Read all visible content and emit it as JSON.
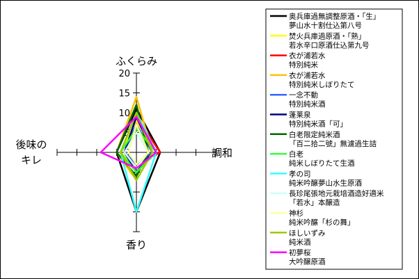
{
  "chart_data": {
    "type": "radar",
    "axes": [
      "ふくらみ",
      "調和",
      "香り",
      "後味の\nキレ"
    ],
    "rmax": 20,
    "ticks": [
      0,
      5,
      10,
      15,
      20
    ],
    "series": [
      {
        "name": "奥兵庫過無調整原酒・「生」\n夢山水十割仕込第八号",
        "color": "#000000",
        "values": [
          11,
          6,
          15,
          5
        ]
      },
      {
        "name": "焚火兵庫過原酒・「熟」\n若水辛口原酒仕込第九号",
        "color": "#ffff00",
        "values": [
          8,
          3,
          4,
          4
        ]
      },
      {
        "name": "衣が浦若水\n特別純米",
        "color": "#ff0000",
        "values": [
          9,
          6,
          3,
          3
        ]
      },
      {
        "name": "衣が浦若水\n特別純米しぼりたて",
        "color": "#ffc000",
        "values": [
          14,
          4,
          7,
          5
        ]
      },
      {
        "name": "一念不動\n特別純米酒",
        "color": "#3366ff",
        "values": [
          7,
          4,
          3,
          3
        ]
      },
      {
        "name": "蓬莱泉\n特別純米酒「可」",
        "color": "#000080",
        "values": [
          9,
          4,
          5,
          3
        ]
      },
      {
        "name": "白老限定純米酒\n「百二拾二號」無濾過生詰",
        "color": "#006600",
        "values": [
          12,
          3,
          6,
          5
        ]
      },
      {
        "name": "白老\n純米しぼりたて生酒",
        "color": "#33ff33",
        "values": [
          6,
          5,
          5,
          4
        ]
      },
      {
        "name": "孝の司\n純米吟醸夢山水生原酒",
        "color": "#33ffff",
        "values": [
          10,
          5,
          15,
          4
        ]
      },
      {
        "name": "長珍尾張地元栽培酒造好適米\n「若水」本醸造",
        "color": "#ccffff",
        "values": [
          5,
          3,
          4,
          3
        ]
      },
      {
        "name": "神杉\n純米吟醸「杉の舞」",
        "color": "#ffff99",
        "values": [
          7,
          3,
          3,
          2
        ]
      },
      {
        "name": "ほしいずみ\n純米酒",
        "color": "#99cc00",
        "values": [
          10,
          4,
          7,
          4
        ]
      },
      {
        "name": "初夢桜\n大吟醸原酒",
        "color": "#ff00ff",
        "values": [
          9,
          5,
          4,
          9
        ]
      }
    ]
  }
}
